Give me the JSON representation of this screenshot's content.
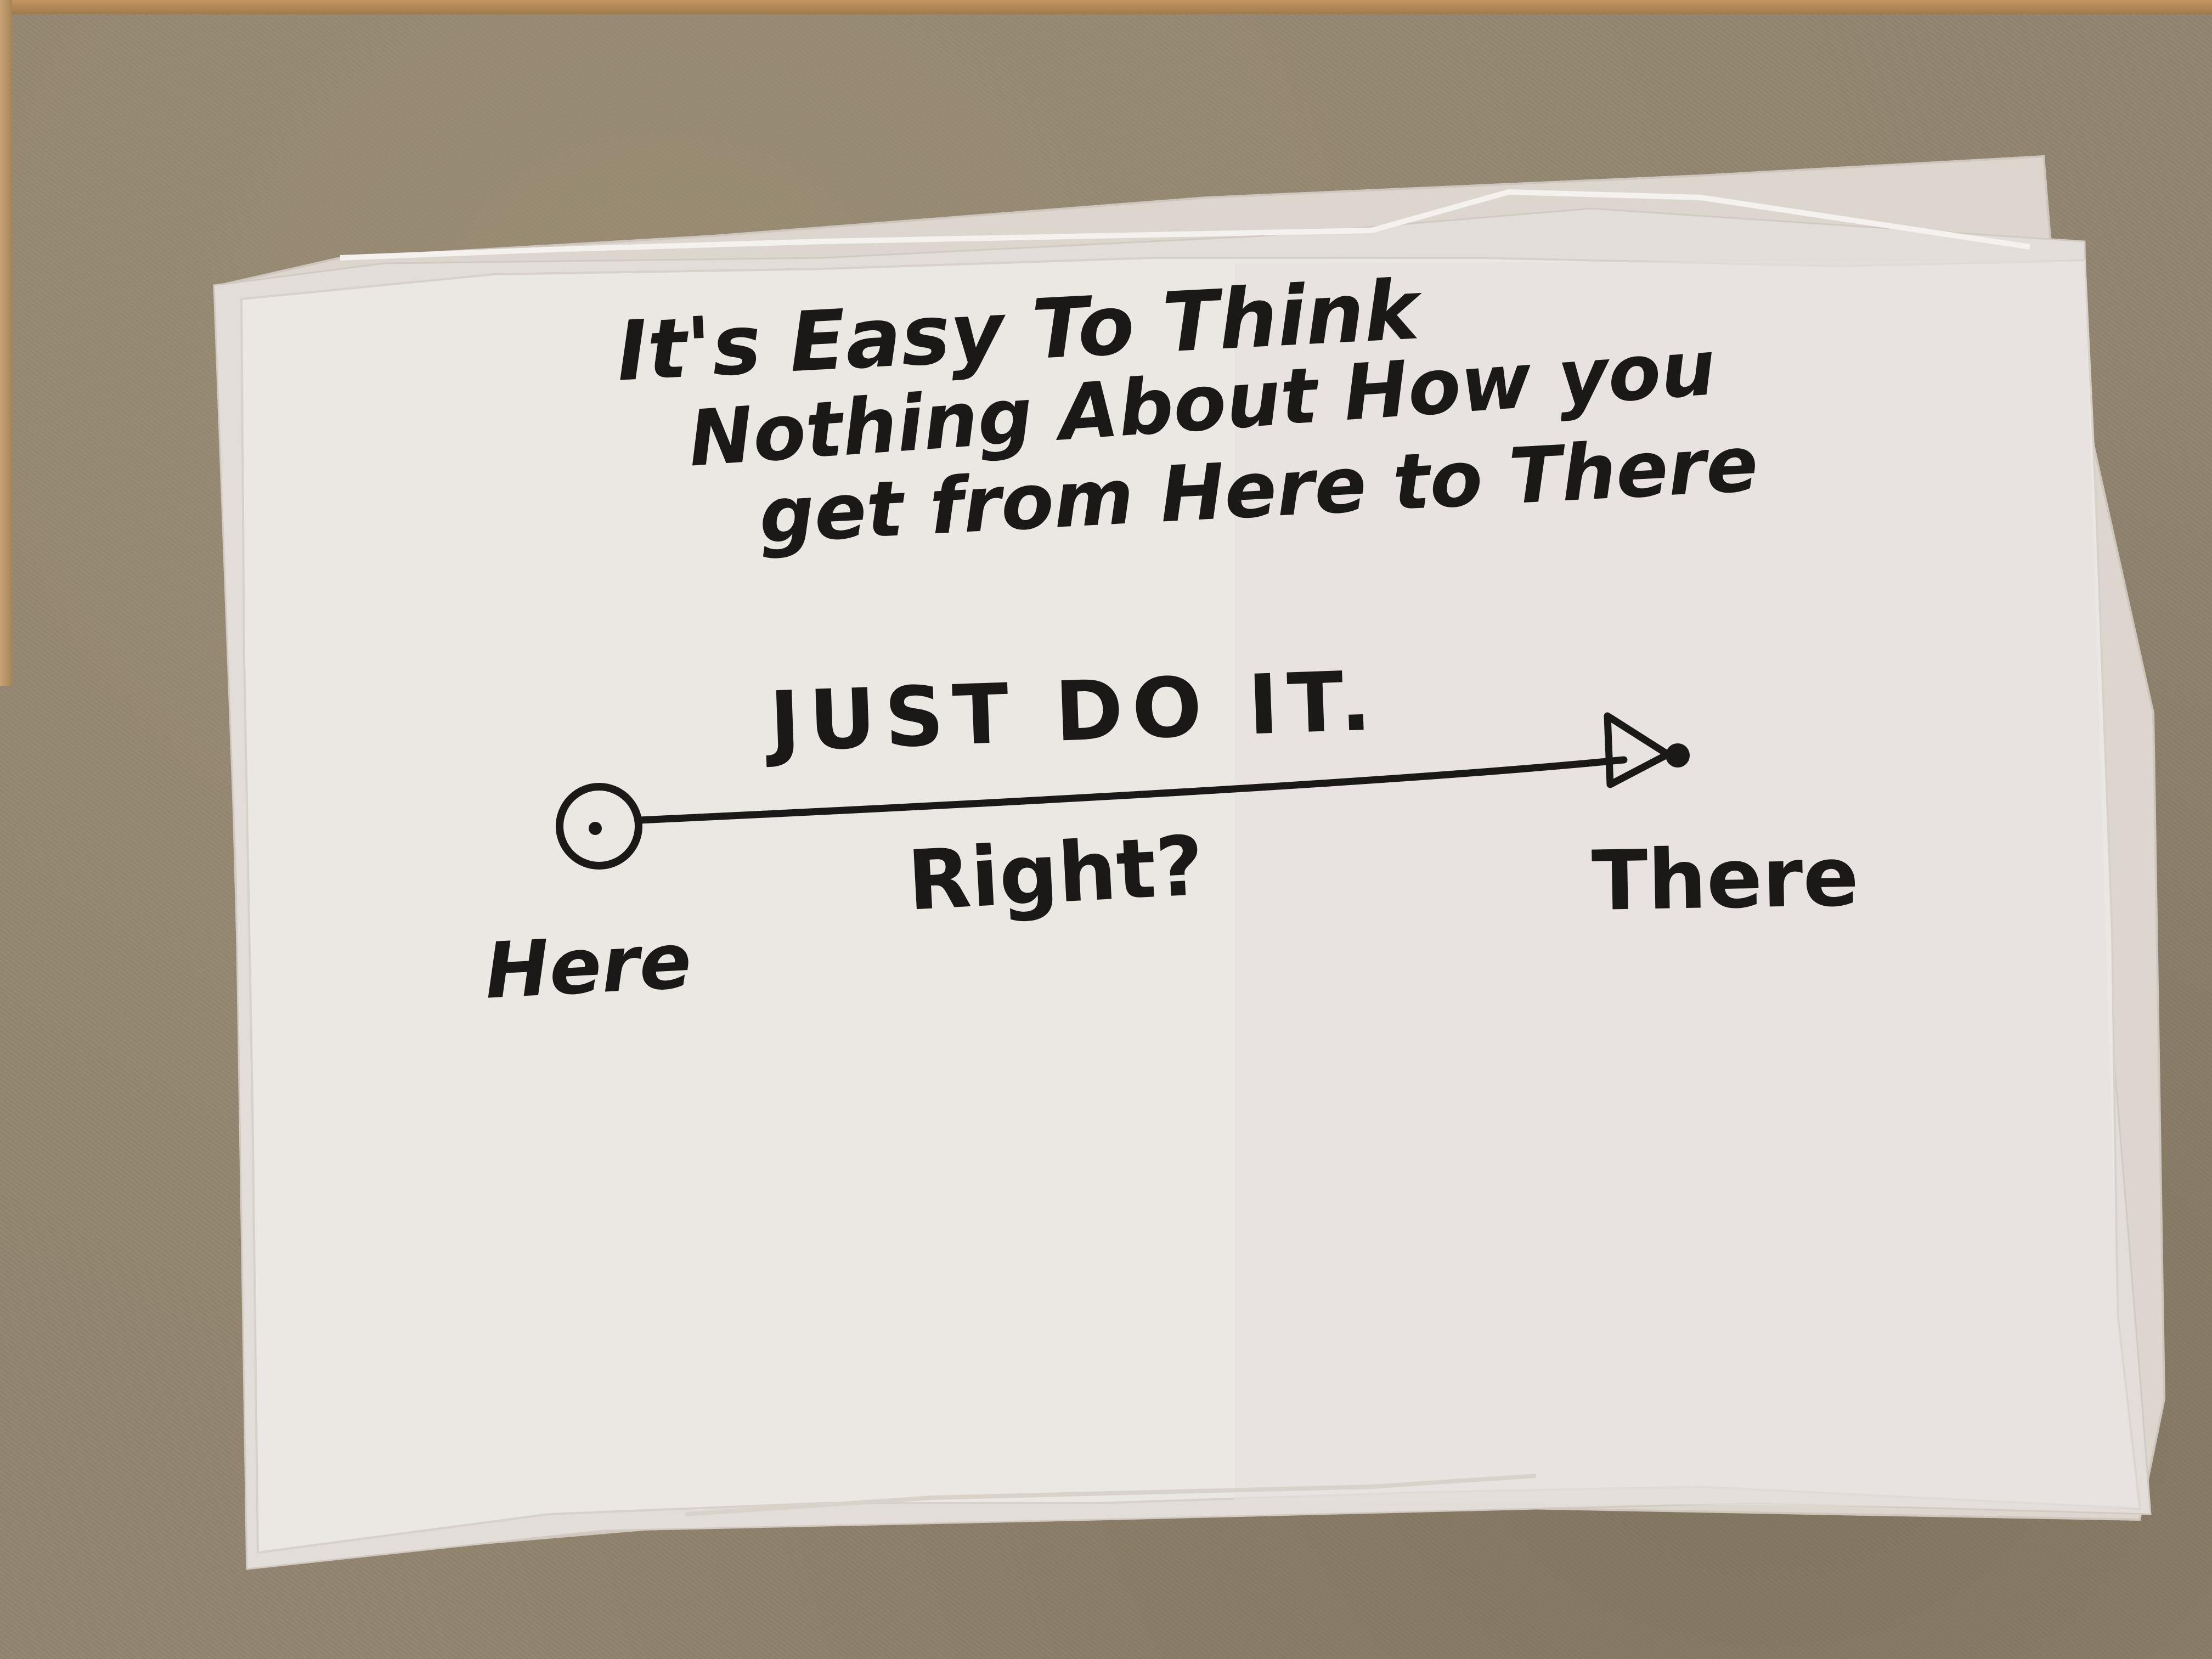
{
  "note": {
    "title_lines": [
      "It's Easy To Think",
      "Nothing About How you",
      "get from Here to There"
    ],
    "above_line": "JUST DO IT.",
    "below_line": "Right?",
    "start_label": "Here",
    "end_label": "There"
  },
  "colors": {
    "background": "#928570",
    "paper": "#ebe7e3",
    "ink": "#1b1818"
  }
}
